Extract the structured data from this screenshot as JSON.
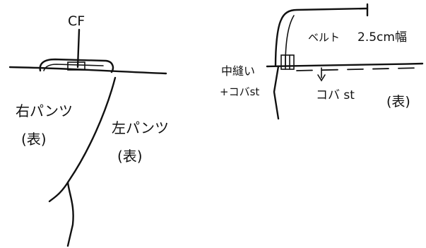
{
  "left_sketch": {
    "cf_label": "CF",
    "right_pants_label": "右パンツ",
    "right_pants_side": "(表)",
    "left_pants_label": "左パンツ",
    "left_pants_side": "(表)"
  },
  "right_sketch": {
    "belt_label": "ベルト",
    "belt_width": "2.5cm幅",
    "stitch_in_ditch": "中縫い",
    "edge_stitch_left": "+コバst",
    "edge_stitch_right": "コバ st",
    "face_side": "(表)"
  }
}
